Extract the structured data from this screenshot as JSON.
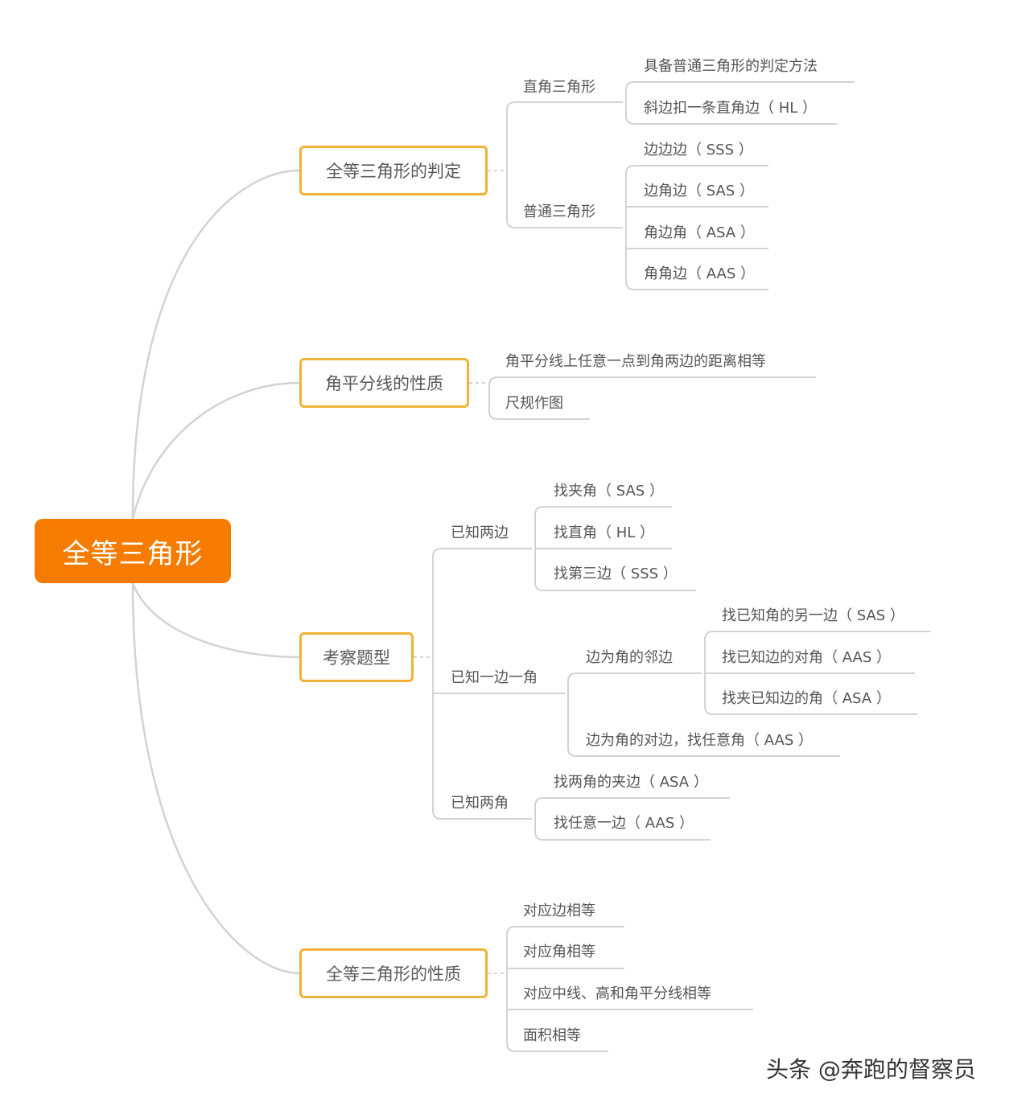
{
  "root": {
    "label": "全等三角形"
  },
  "branches": {
    "b1": {
      "label": "全等三角形的判定",
      "right_triangle": {
        "label": "直角三角形",
        "items": [
          "具备普通三角形的判定方法",
          "斜边扣一条直角边（ HL ）"
        ]
      },
      "general_triangle": {
        "label": "普通三角形",
        "items": [
          "边边边（ SSS ）",
          "边角边（ SAS ）",
          "角边角（ ASA ）",
          "角角边（ AAS ）"
        ]
      }
    },
    "b2": {
      "label": "角平分线的性质",
      "items": [
        "角平分线上任意一点到角两边的距离相等",
        "尺规作图"
      ]
    },
    "b3": {
      "label": "考察题型",
      "two_sides": {
        "label": "已知两边",
        "items": [
          "找夹角（ SAS ）",
          "找直角（ HL ）",
          "找第三边（ SSS ）"
        ]
      },
      "side_angle": {
        "label": "已知一边一角",
        "adjacent": {
          "label": "边为角的邻边",
          "items": [
            "找已知角的另一边（ SAS ）",
            "找已知边的对角（ AAS ）",
            "找夹已知边的角（ ASA ）"
          ]
        },
        "opposite": "边为角的对边，找任意角（ AAS ）"
      },
      "two_angles": {
        "label": "已知两角",
        "items": [
          "找两角的夹边（ ASA ）",
          "找任意一边（ AAS ）"
        ]
      }
    },
    "b4": {
      "label": "全等三角形的性质",
      "items": [
        "对应边相等",
        "对应角相等",
        "对应中线、高和角平分线相等",
        "面积相等"
      ]
    }
  },
  "watermark": "头条 @奔跑的督察员",
  "colors": {
    "root_fill": "#f57c00",
    "branch_border": "#f2b235",
    "line": "#d0d0d0",
    "text": "#555555"
  }
}
